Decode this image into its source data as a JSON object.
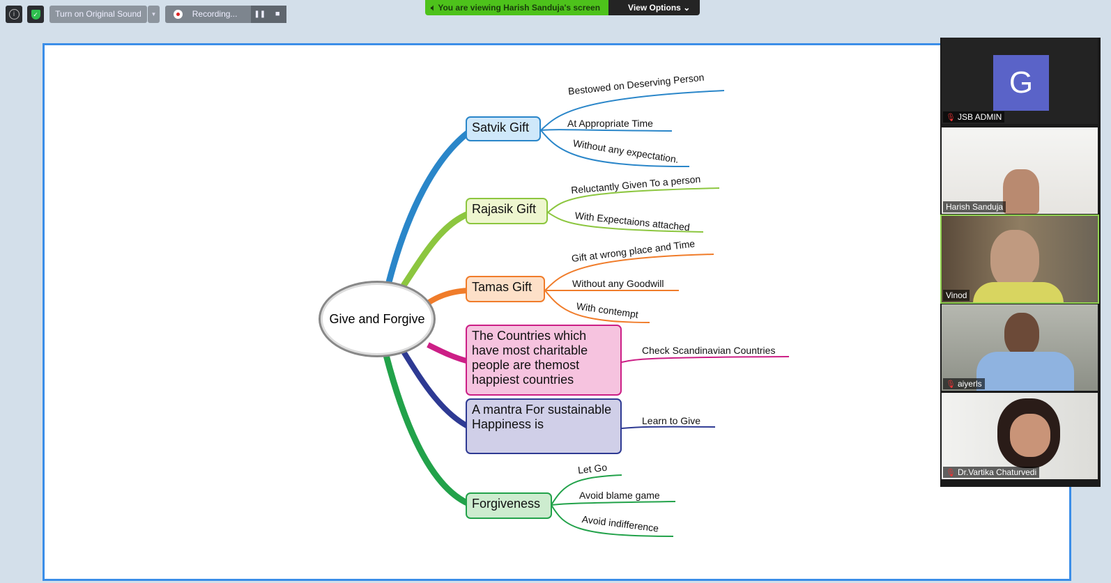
{
  "toolbar": {
    "original_sound": "Turn on Original Sound",
    "recording": "Recording..."
  },
  "banner": {
    "text": "You are viewing Harish Sanduja's screen",
    "view_options": "View Options"
  },
  "mindmap": {
    "center": "Give and Forgive",
    "branches": [
      {
        "label": "Satvik Gift",
        "color": "#2a86c9",
        "fill": "#cfe8fa",
        "leaves": [
          "Bestowed on Deserving Person",
          "At Appropriate Time",
          "Without any expectation."
        ]
      },
      {
        "label": "Rajasik Gift",
        "color": "#8cc63f",
        "fill": "#eef6cf",
        "leaves": [
          "Reluctantly Given To a person",
          "With Expectaions attached"
        ]
      },
      {
        "label": "Tamas Gift",
        "color": "#f07c2a",
        "fill": "#fde0c8",
        "leaves": [
          "Gift at wrong place and Time",
          "Without any Goodwill",
          "With contempt"
        ]
      },
      {
        "label": "The Countries which have most charitable people are themost happiest countries",
        "color": "#cc1f86",
        "fill": "#f6c3df",
        "leaves": [
          "Check Scandinavian Countries"
        ]
      },
      {
        "label": "A mantra For sustainable Happiness is",
        "color": "#2e3a93",
        "fill": "#d0cfe8",
        "leaves": [
          "Learn to Give"
        ]
      },
      {
        "label": "Forgiveness",
        "color": "#22a24a",
        "fill": "#cdeccf",
        "leaves": [
          "Let Go",
          "Avoid blame game",
          "Avoid indifference"
        ]
      }
    ]
  },
  "participants": [
    {
      "name": "JSB ADMIN",
      "initial": "G",
      "muted": true
    },
    {
      "name": "Harish Sanduja",
      "muted": false
    },
    {
      "name": "Vinod",
      "muted": false
    },
    {
      "name": "aiyerls",
      "muted": true
    },
    {
      "name": "Dr.Vartika Chaturvedi",
      "muted": true
    }
  ]
}
